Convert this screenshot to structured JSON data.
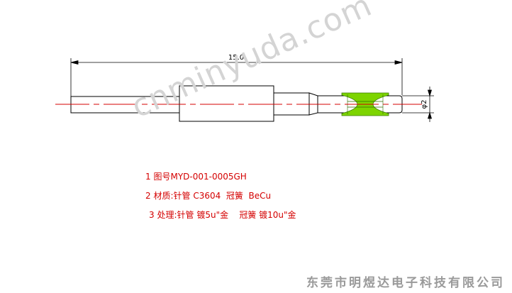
{
  "drawing": {
    "length_dimension": "15.0",
    "diameter_dimension": "φ2",
    "watermark": "cnminyuda.com",
    "colors": {
      "outline": "#000000",
      "centerline": "#d40000",
      "spring_fill": "#7dd400",
      "spring_stroke": "#3a7a00",
      "notes_text": "#d40000",
      "company_text": "#9a9a9a",
      "watermark_text": "#d4d4d4"
    }
  },
  "notes": [
    {
      "number": "1",
      "text": "图号MYD-001-0005GH"
    },
    {
      "number": "2",
      "text": "材质:针管 C3604  冠簧  BeCu"
    },
    {
      "number": "3",
      "text": "处理:针管 镀5u\"金    冠簧 镀10u\"金"
    }
  ],
  "company": "东莞市明煜达电子科技有限公司"
}
